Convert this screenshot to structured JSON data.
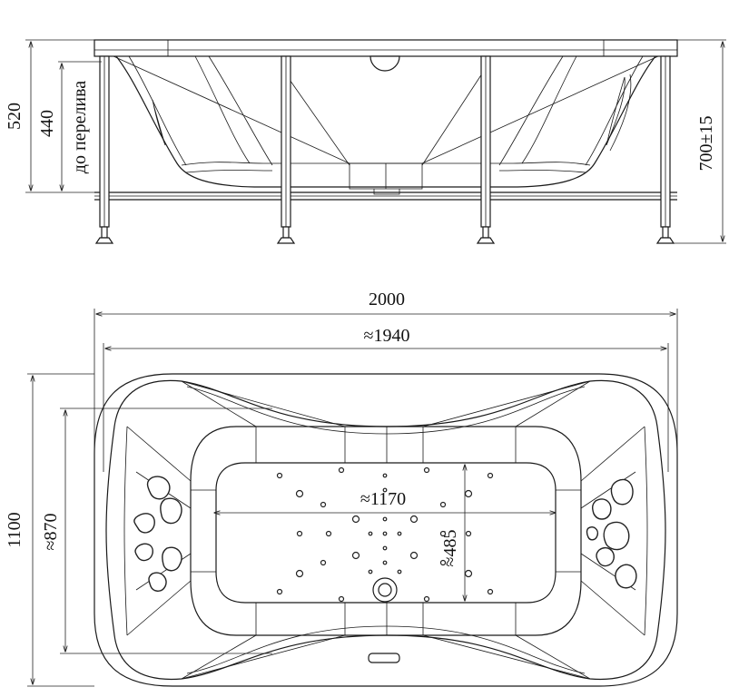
{
  "side_view": {
    "dim_overall_height": "520",
    "dim_overflow_height": "440",
    "dim_overflow_label": "до перелива",
    "dim_leg_height": "700±15"
  },
  "top_view": {
    "dim_length_overall": "2000",
    "dim_length_inner": "≈1940",
    "dim_width_overall": "1100",
    "dim_width_inner": "≈870",
    "dim_bottom_length": "≈1170",
    "dim_bottom_width": "≈485"
  },
  "colors": {
    "line": "#1a1a1a",
    "background": "#ffffff"
  }
}
